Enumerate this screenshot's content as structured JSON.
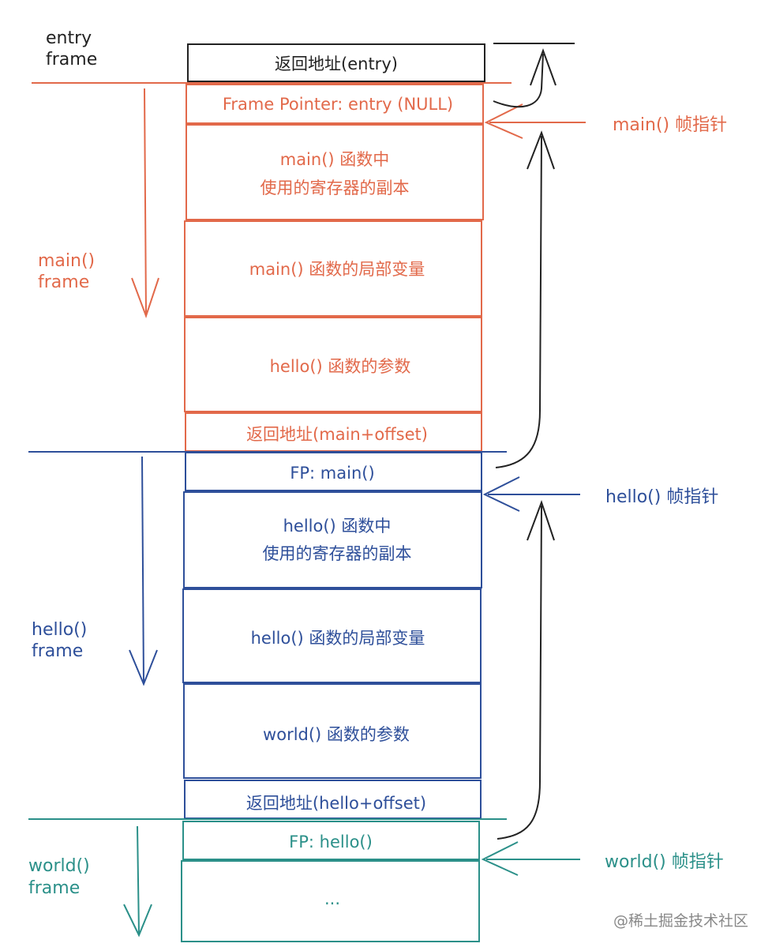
{
  "frame_labels": {
    "entry": [
      "entry",
      "frame"
    ],
    "main": [
      "main()",
      "frame"
    ],
    "hello": [
      "hello()",
      "frame"
    ],
    "world": [
      "world()",
      "frame"
    ]
  },
  "boxes": {
    "entry_return": "返回地址(entry)",
    "main_fp": "Frame Pointer: entry (NULL)",
    "main_regs": [
      "main() 函数中",
      "使用的寄存器的副本"
    ],
    "main_locals": "main() 函数的局部变量",
    "main_hello_args": "hello() 函数的参数",
    "main_return": "返回地址(main+offset)",
    "hello_fp": "FP: main()",
    "hello_regs": [
      "hello() 函数中",
      "使用的寄存器的副本"
    ],
    "hello_locals": "hello() 函数的局部变量",
    "hello_world_args": "world() 函数的参数",
    "hello_return": "返回地址(hello+offset)",
    "world_fp": "FP: hello()",
    "world_more": "..."
  },
  "pointer_labels": {
    "main": "main() 帧指针",
    "hello": "hello() 帧指针",
    "world": "world() 帧指针"
  },
  "watermark": "@稀土掘金技术社区",
  "colors": {
    "black": "#222222",
    "main": "#e2694a",
    "hello": "#2e4f9a",
    "world": "#2b9089",
    "watermark": "#888888"
  }
}
